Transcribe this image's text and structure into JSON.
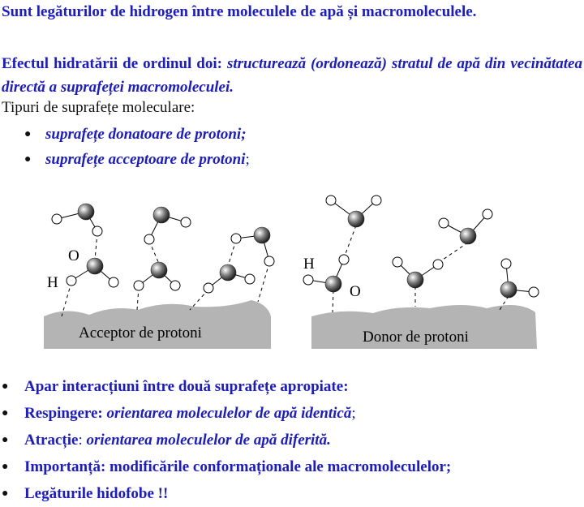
{
  "title": "Sunt legăturilor de hidrogen între moleculele de apă și macromoleculele.",
  "effect": {
    "prefix": "Efectul hidratării de ordinul doi: ",
    "emphasis": "structurează (ordonează) stratul de apă din vecinătatea directă a suprafeței macromoleculei."
  },
  "types_label": "Tipuri de suprafețe moleculare:",
  "surface_types": [
    {
      "text": "suprafețe donatoare de protoni;",
      "suffix": ""
    },
    {
      "text": "suprafețe acceptoare de protoni",
      "suffix": ";"
    }
  ],
  "diagram": {
    "left_surface_label": "Acceptor de protoni",
    "right_surface_label": "Donor de protoni",
    "atom_labels": {
      "o_left": "O",
      "h_left": "H",
      "h_right": "H",
      "o_right": "O"
    },
    "colors": {
      "surface": "#b4b4b4",
      "atom_dark": "#555555",
      "text": "#000000"
    }
  },
  "bullets": [
    {
      "plain": "Apar interacțiuni între două suprafețe apropiate:",
      "emph": "",
      "tail": ""
    },
    {
      "plain": "Respingere: ",
      "emph": "orientarea moleculelor de apă identică",
      "tail": ";"
    },
    {
      "plain": "Atracție",
      "emph": "orientarea moleculelor de apă diferită.",
      "tail": "",
      "sep": ": "
    },
    {
      "plain": "Importanță: modificările conformaționale ale macromoleculelor;",
      "emph": "",
      "tail": ""
    },
    {
      "plain": "Legăturile hidofobe !!",
      "emph": "",
      "tail": ""
    }
  ],
  "theme": {
    "text_blue": "#1a1ad0"
  }
}
